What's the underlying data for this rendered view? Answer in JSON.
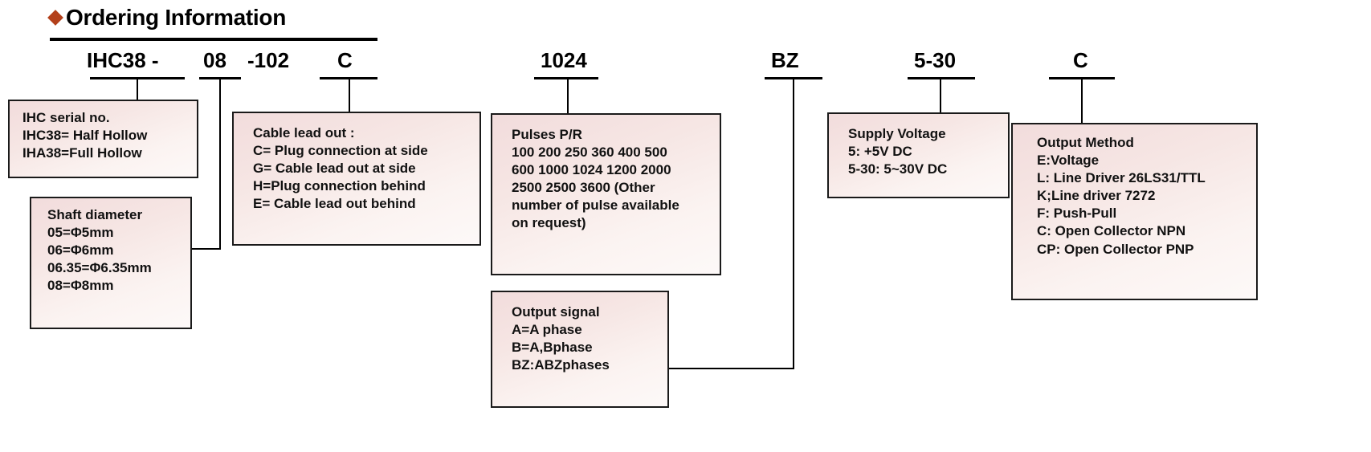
{
  "header": {
    "bullet_icon": "diamond-bullet",
    "bullet_color": "#b3401a",
    "title": "Ordering Information"
  },
  "model_code": {
    "tokens": [
      {
        "id": "series",
        "text": "IHC38 -"
      },
      {
        "id": "shaft",
        "text": "08"
      },
      {
        "id": "dash102",
        "text": "-102"
      },
      {
        "id": "cable",
        "text": "C"
      },
      {
        "id": "pulses",
        "text": "1024"
      },
      {
        "id": "output_signal",
        "text": "BZ"
      },
      {
        "id": "supply",
        "text": "5-30"
      },
      {
        "id": "output_method",
        "text": "C"
      }
    ]
  },
  "boxes": {
    "serial": {
      "name": "ihc-serial-no",
      "lines": [
        "IHC serial no.",
        "IHC38= Half Hollow",
        "IHA38=Full Hollow"
      ]
    },
    "shaft": {
      "name": "shaft-diameter",
      "lines": [
        "Shaft diameter",
        "05=Φ5mm",
        "06=Φ6mm",
        "06.35=Φ6.35mm",
        "08=Φ8mm"
      ]
    },
    "cable": {
      "name": "cable-lead-out",
      "lines": [
        "Cable lead out :",
        "C= Plug connection at side",
        "G= Cable lead out at side",
        "H=Plug connection behind",
        "E= Cable lead out behind"
      ]
    },
    "pulses": {
      "name": "pulses-per-revolution",
      "lines": [
        "Pulses P/R",
        "100 200 250 360 400 500",
        "600 1000 1024 1200 2000",
        "2500 2500 3600 (Other",
        "number of pulse available",
        "on request)"
      ]
    },
    "output_signal": {
      "name": "output-signal",
      "lines": [
        "Output signal",
        "A=A phase",
        "B=A,Bphase",
        "BZ:ABZphases"
      ]
    },
    "supply_voltage": {
      "name": "supply-voltage",
      "lines": [
        "Supply Voltage",
        "5: +5V DC",
        "5-30: 5~30V DC"
      ]
    },
    "output_method": {
      "name": "output-method",
      "lines": [
        "Output  Method",
        "E:Voltage",
        "L: Line Driver 26LS31/TTL",
        "K;Line driver 7272",
        "F: Push-Pull",
        "C: Open Collector NPN",
        "CP: Open Collector PNP"
      ]
    }
  }
}
